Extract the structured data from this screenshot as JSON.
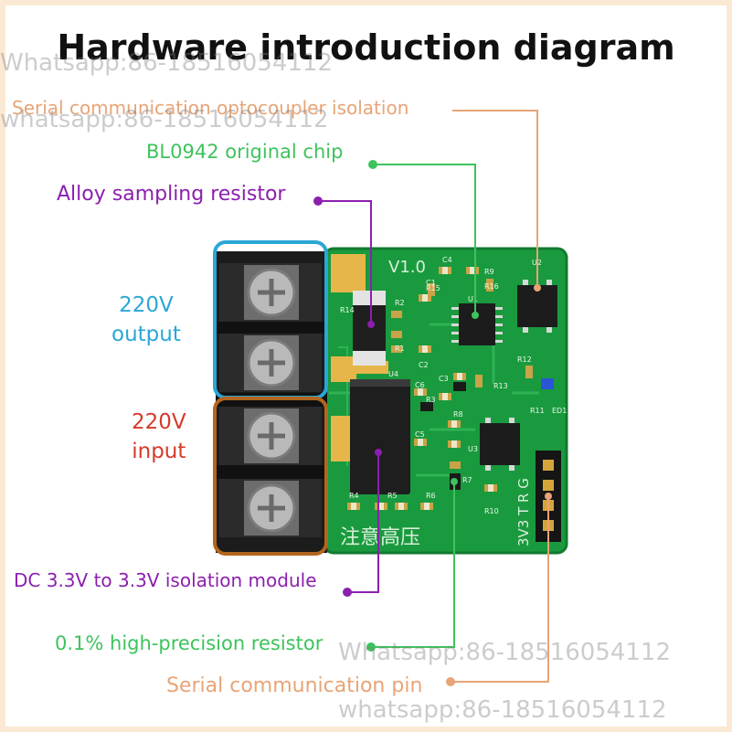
{
  "title": "Hardware introduction diagram",
  "labels": {
    "optocoupler": "Serial communication optocoupler isolation",
    "chip": "BL0942 original chip",
    "alloy_resistor": "Alloy sampling resistor",
    "output": "220V\noutput",
    "input": "220V\ninput",
    "isolation_module": "DC 3.3V to 3.3V isolation module",
    "precision_resistor": "0.1% high-precision resistor",
    "serial_pin": "Serial communication pin"
  },
  "board": {
    "version": "V1.0",
    "warning_text": "注意高压",
    "header_pins": "3V3 T R G",
    "refs": [
      "C4",
      "R9",
      "R16",
      "R15",
      "U1",
      "C1",
      "R2",
      "R1",
      "C2",
      "R14",
      "U4",
      "C3",
      "R13",
      "C6",
      "R3",
      "R8",
      "C5",
      "R7",
      "R4",
      "R5",
      "R6",
      "U3",
      "R10",
      "U2",
      "R12",
      "R11",
      "ED1"
    ]
  },
  "watermarks": [
    "Whatsapp:86-18516054112",
    "whatsapp:86-18516054112",
    "Whatsapp:86-18516054112",
    "whatsapp:86-18516054112"
  ],
  "colors": {
    "pcb": "#1a9a3e",
    "optocoupler": "#e8a476",
    "chip": "#3ec35c",
    "alloy_resistor": "#8c1fae",
    "output": "#2aa7d6",
    "input": "#d63a2a",
    "isolation_module": "#8c1fae",
    "precision_resistor": "#3ec35c",
    "serial_pin": "#e8a476"
  }
}
